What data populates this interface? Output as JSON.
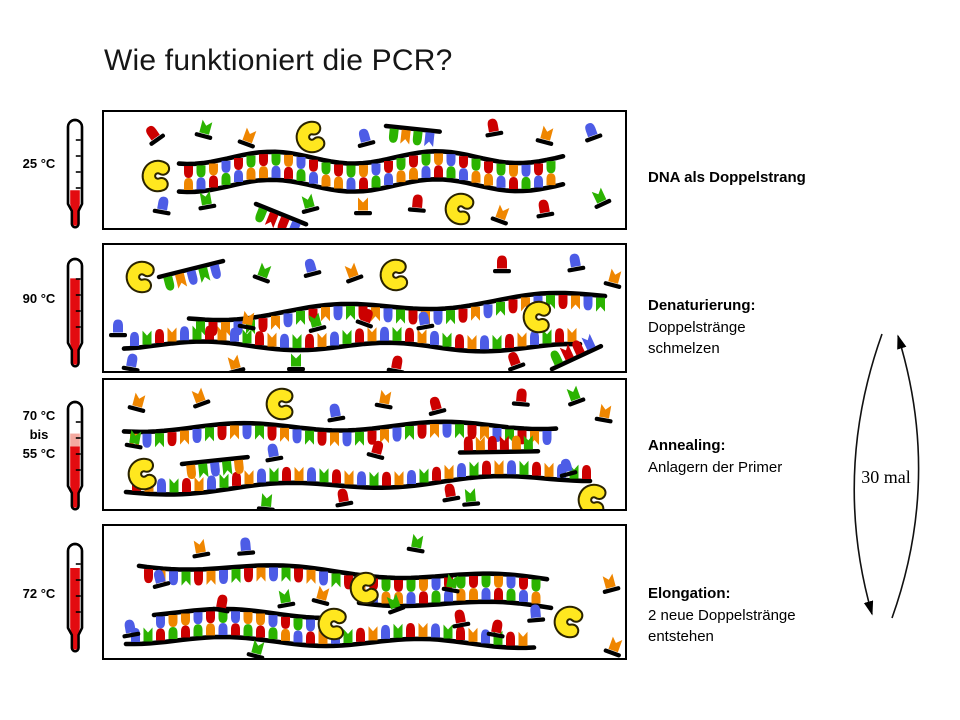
{
  "title": "Wie funktioniert die PCR?",
  "cycle": {
    "label": "30 mal"
  },
  "colors": {
    "nucleotide_red": "#cc0000",
    "nucleotide_green": "#2bb300",
    "nucleotide_blue": "#4d5ce6",
    "nucleotide_orange": "#ef8600",
    "enzyme_yellow": "#ffe71f",
    "enzyme_outline": "#2a2300",
    "strand_black": "#000000",
    "thermometer_red": "#e30b10",
    "thermometer_light_red": "#f4a9a0"
  },
  "panels": [
    {
      "stage": "dna-doppelstrang",
      "temperature": [
        "25 °C"
      ],
      "mercury": 0.18,
      "caption": [
        "DNA als Doppelstrang"
      ]
    },
    {
      "stage": "denaturierung",
      "temperature": [
        "90 °C"
      ],
      "mercury": 0.85,
      "caption": [
        "Denaturierung:",
        "Doppelstränge",
        "schmelzen"
      ]
    },
    {
      "stage": "annealing",
      "temperature": [
        "70 °C",
        "bis",
        "55 °C"
      ],
      "mercury": 0.52,
      "mercury_light": 0.17,
      "caption": [
        "Annealing:",
        "Anlagern der Primer"
      ]
    },
    {
      "stage": "elongation",
      "temperature": [
        "72 °C"
      ],
      "mercury": 0.79,
      "caption": [
        "Elongation:",
        "2 neue Doppelstränge",
        "entstehen"
      ]
    }
  ]
}
